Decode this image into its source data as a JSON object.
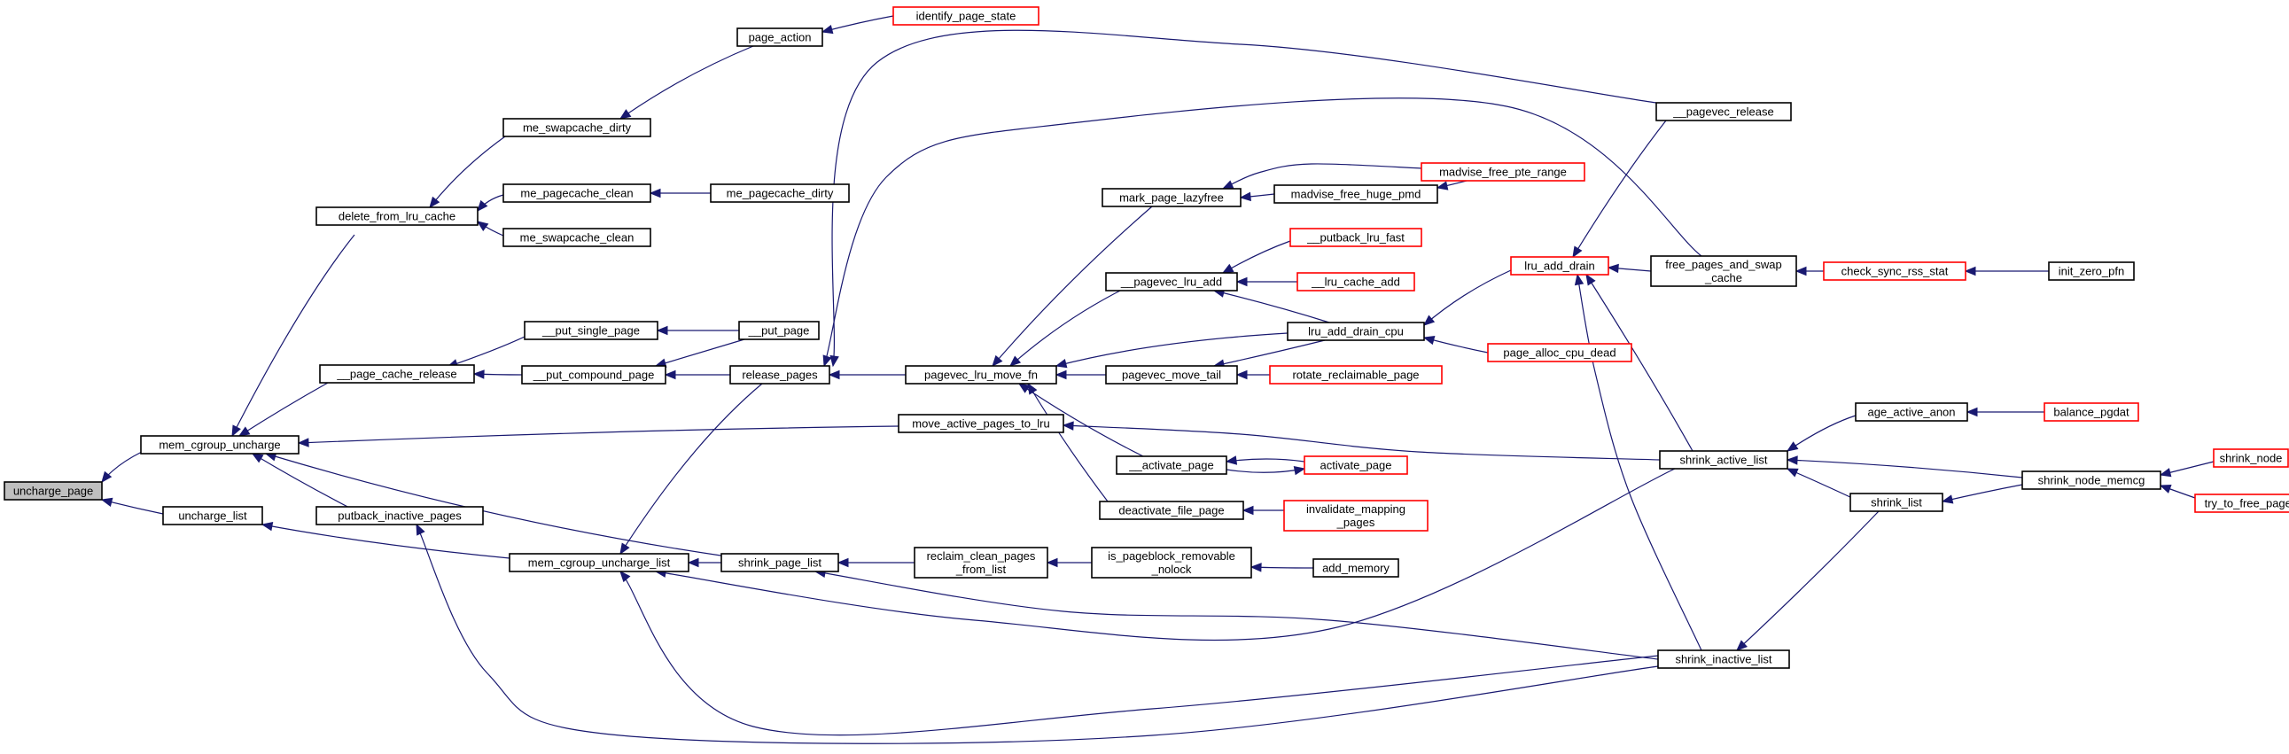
{
  "colors": {
    "edge": "#191970",
    "node_border": "#000000",
    "truncated_border": "#ff0000",
    "focus_fill": "#bfbfbf",
    "node_fill": "#ffffff"
  },
  "nodes": [
    {
      "id": "uncharge_page",
      "lines": [
        "uncharge_page"
      ],
      "style": "focus"
    },
    {
      "id": "mem_cgroup_uncharge",
      "lines": [
        "mem_cgroup_uncharge"
      ],
      "style": "normal"
    },
    {
      "id": "uncharge_list",
      "lines": [
        "uncharge_list"
      ],
      "style": "normal"
    },
    {
      "id": "delete_from_lru_cache",
      "lines": [
        "delete_from_lru_cache"
      ],
      "style": "normal"
    },
    {
      "id": "__page_cache_release",
      "lines": [
        "__page_cache_release"
      ],
      "style": "normal"
    },
    {
      "id": "putback_inactive_pages",
      "lines": [
        "putback_inactive_pages"
      ],
      "style": "normal"
    },
    {
      "id": "mem_cgroup_uncharge_list",
      "lines": [
        "mem_cgroup_uncharge_list"
      ],
      "style": "normal"
    },
    {
      "id": "me_swapcache_dirty",
      "lines": [
        "me_swapcache_dirty"
      ],
      "style": "normal"
    },
    {
      "id": "me_pagecache_clean",
      "lines": [
        "me_pagecache_clean"
      ],
      "style": "normal"
    },
    {
      "id": "me_swapcache_clean",
      "lines": [
        "me_swapcache_clean"
      ],
      "style": "normal"
    },
    {
      "id": "page_action",
      "lines": [
        "page_action"
      ],
      "style": "normal"
    },
    {
      "id": "identify_page_state",
      "lines": [
        "identify_page_state"
      ],
      "style": "truncated"
    },
    {
      "id": "me_pagecache_dirty",
      "lines": [
        "me_pagecache_dirty"
      ],
      "style": "normal"
    },
    {
      "id": "__put_single_page",
      "lines": [
        "__put_single_page"
      ],
      "style": "normal"
    },
    {
      "id": "__put_compound_page",
      "lines": [
        "__put_compound_page"
      ],
      "style": "normal"
    },
    {
      "id": "__put_page",
      "lines": [
        "__put_page"
      ],
      "style": "normal"
    },
    {
      "id": "release_pages",
      "lines": [
        "release_pages"
      ],
      "style": "normal"
    },
    {
      "id": "shrink_page_list",
      "lines": [
        "shrink_page_list"
      ],
      "style": "normal"
    },
    {
      "id": "move_active_pages_to_lru",
      "lines": [
        "move_active_pages_to_lru"
      ],
      "style": "normal"
    },
    {
      "id": "pagevec_lru_move_fn",
      "lines": [
        "pagevec_lru_move_fn"
      ],
      "style": "normal"
    },
    {
      "id": "reclaim_clean_pages_from_list",
      "lines": [
        "reclaim_clean_pages",
        "_from_list"
      ],
      "style": "normal"
    },
    {
      "id": "mark_page_lazyfree",
      "lines": [
        "mark_page_lazyfree"
      ],
      "style": "normal"
    },
    {
      "id": "__pagevec_lru_add",
      "lines": [
        "__pagevec_lru_add"
      ],
      "style": "normal"
    },
    {
      "id": "pagevec_move_tail",
      "lines": [
        "pagevec_move_tail"
      ],
      "style": "normal"
    },
    {
      "id": "__activate_page",
      "lines": [
        "__activate_page"
      ],
      "style": "normal"
    },
    {
      "id": "deactivate_file_page",
      "lines": [
        "deactivate_file_page"
      ],
      "style": "normal"
    },
    {
      "id": "is_pageblock_removable_nolock",
      "lines": [
        "is_pageblock_removable",
        "_nolock"
      ],
      "style": "normal"
    },
    {
      "id": "madvise_free_huge_pmd",
      "lines": [
        "madvise_free_huge_pmd"
      ],
      "style": "normal"
    },
    {
      "id": "madvise_free_pte_range",
      "lines": [
        "madvise_free_pte_range"
      ],
      "style": "truncated"
    },
    {
      "id": "__putback_lru_fast",
      "lines": [
        "__putback_lru_fast"
      ],
      "style": "truncated"
    },
    {
      "id": "__lru_cache_add",
      "lines": [
        "__lru_cache_add"
      ],
      "style": "truncated"
    },
    {
      "id": "lru_add_drain_cpu",
      "lines": [
        "lru_add_drain_cpu"
      ],
      "style": "normal"
    },
    {
      "id": "rotate_reclaimable_page",
      "lines": [
        "rotate_reclaimable_page"
      ],
      "style": "truncated"
    },
    {
      "id": "activate_page",
      "lines": [
        "activate_page"
      ],
      "style": "truncated"
    },
    {
      "id": "invalidate_mapping_pages",
      "lines": [
        "invalidate_mapping",
        "_pages"
      ],
      "style": "truncated"
    },
    {
      "id": "add_memory",
      "lines": [
        "add_memory"
      ],
      "style": "normal"
    },
    {
      "id": "__pagevec_release",
      "lines": [
        "__pagevec_release"
      ],
      "style": "normal"
    },
    {
      "id": "lru_add_drain",
      "lines": [
        "lru_add_drain"
      ],
      "style": "truncated"
    },
    {
      "id": "page_alloc_cpu_dead",
      "lines": [
        "page_alloc_cpu_dead"
      ],
      "style": "truncated"
    },
    {
      "id": "free_pages_and_swap_cache",
      "lines": [
        "free_pages_and_swap",
        "_cache"
      ],
      "style": "normal"
    },
    {
      "id": "check_sync_rss_stat",
      "lines": [
        "check_sync_rss_stat"
      ],
      "style": "truncated"
    },
    {
      "id": "init_zero_pfn",
      "lines": [
        "init_zero_pfn"
      ],
      "style": "normal"
    },
    {
      "id": "shrink_active_list",
      "lines": [
        "shrink_active_list"
      ],
      "style": "normal"
    },
    {
      "id": "shrink_inactive_list",
      "lines": [
        "shrink_inactive_list"
      ],
      "style": "normal"
    },
    {
      "id": "age_active_anon",
      "lines": [
        "age_active_anon"
      ],
      "style": "normal"
    },
    {
      "id": "balance_pgdat",
      "lines": [
        "balance_pgdat"
      ],
      "style": "truncated"
    },
    {
      "id": "shrink_list",
      "lines": [
        "shrink_list"
      ],
      "style": "normal"
    },
    {
      "id": "shrink_node_memcg",
      "lines": [
        "shrink_node_memcg"
      ],
      "style": "normal"
    },
    {
      "id": "shrink_node",
      "lines": [
        "shrink_node"
      ],
      "style": "truncated"
    },
    {
      "id": "try_to_free_pages",
      "lines": [
        "try_to_free_pages"
      ],
      "style": "truncated"
    }
  ],
  "edges": [
    [
      "uncharge_page",
      "mem_cgroup_uncharge"
    ],
    [
      "uncharge_page",
      "uncharge_list"
    ],
    [
      "mem_cgroup_uncharge",
      "delete_from_lru_cache"
    ],
    [
      "mem_cgroup_uncharge",
      "__page_cache_release"
    ],
    [
      "mem_cgroup_uncharge",
      "putback_inactive_pages"
    ],
    [
      "mem_cgroup_uncharge",
      "move_active_pages_to_lru"
    ],
    [
      "mem_cgroup_uncharge",
      "shrink_page_list"
    ],
    [
      "uncharge_list",
      "mem_cgroup_uncharge_list"
    ],
    [
      "delete_from_lru_cache",
      "me_swapcache_dirty"
    ],
    [
      "delete_from_lru_cache",
      "me_pagecache_clean"
    ],
    [
      "delete_from_lru_cache",
      "me_swapcache_clean"
    ],
    [
      "me_swapcache_dirty",
      "page_action"
    ],
    [
      "page_action",
      "identify_page_state"
    ],
    [
      "me_pagecache_clean",
      "me_pagecache_dirty"
    ],
    [
      "__page_cache_release",
      "__put_single_page"
    ],
    [
      "__page_cache_release",
      "__put_compound_page"
    ],
    [
      "__put_single_page",
      "__put_page"
    ],
    [
      "__put_compound_page",
      "__put_page"
    ],
    [
      "__put_compound_page",
      "release_pages"
    ],
    [
      "putback_inactive_pages",
      "shrink_inactive_list"
    ],
    [
      "mem_cgroup_uncharge_list",
      "release_pages"
    ],
    [
      "mem_cgroup_uncharge_list",
      "shrink_page_list"
    ],
    [
      "mem_cgroup_uncharge_list",
      "shrink_active_list"
    ],
    [
      "mem_cgroup_uncharge_list",
      "shrink_inactive_list"
    ],
    [
      "release_pages",
      "__pagevec_release"
    ],
    [
      "release_pages",
      "free_pages_and_swap_cache"
    ],
    [
      "release_pages",
      "pagevec_lru_move_fn"
    ],
    [
      "shrink_page_list",
      "reclaim_clean_pages_from_list"
    ],
    [
      "shrink_page_list",
      "shrink_inactive_list"
    ],
    [
      "move_active_pages_to_lru",
      "shrink_active_list"
    ],
    [
      "pagevec_lru_move_fn",
      "mark_page_lazyfree"
    ],
    [
      "pagevec_lru_move_fn",
      "__pagevec_lru_add"
    ],
    [
      "pagevec_lru_move_fn",
      "lru_add_drain_cpu"
    ],
    [
      "pagevec_lru_move_fn",
      "pagevec_move_tail"
    ],
    [
      "pagevec_lru_move_fn",
      "__activate_page"
    ],
    [
      "pagevec_lru_move_fn",
      "deactivate_file_page"
    ],
    [
      "reclaim_clean_pages_from_list",
      "is_pageblock_removable_nolock"
    ],
    [
      "is_pageblock_removable_nolock",
      "add_memory"
    ],
    [
      "mark_page_lazyfree",
      "madvise_free_huge_pmd"
    ],
    [
      "mark_page_lazyfree",
      "madvise_free_pte_range"
    ],
    [
      "madvise_free_huge_pmd",
      "madvise_free_pte_range"
    ],
    [
      "__pagevec_lru_add",
      "__putback_lru_fast"
    ],
    [
      "__pagevec_lru_add",
      "__lru_cache_add"
    ],
    [
      "__pagevec_lru_add",
      "lru_add_drain_cpu"
    ],
    [
      "pagevec_move_tail",
      "lru_add_drain_cpu"
    ],
    [
      "pagevec_move_tail",
      "rotate_reclaimable_page"
    ],
    [
      "__activate_page",
      "activate_page"
    ],
    [
      "activate_page",
      "__activate_page"
    ],
    [
      "deactivate_file_page",
      "invalidate_mapping_pages"
    ],
    [
      "lru_add_drain_cpu",
      "lru_add_drain"
    ],
    [
      "lru_add_drain_cpu",
      "page_alloc_cpu_dead"
    ],
    [
      "lru_add_drain",
      "__pagevec_release"
    ],
    [
      "lru_add_drain",
      "free_pages_and_swap_cache"
    ],
    [
      "lru_add_drain",
      "shrink_active_list"
    ],
    [
      "lru_add_drain",
      "shrink_inactive_list"
    ],
    [
      "free_pages_and_swap_cache",
      "check_sync_rss_stat"
    ],
    [
      "check_sync_rss_stat",
      "init_zero_pfn"
    ],
    [
      "shrink_active_list",
      "age_active_anon"
    ],
    [
      "shrink_active_list",
      "shrink_list"
    ],
    [
      "shrink_active_list",
      "shrink_node_memcg"
    ],
    [
      "shrink_inactive_list",
      "shrink_list"
    ],
    [
      "age_active_anon",
      "balance_pgdat"
    ],
    [
      "shrink_list",
      "shrink_node_memcg"
    ],
    [
      "shrink_node_memcg",
      "shrink_node"
    ],
    [
      "shrink_node_memcg",
      "try_to_free_pages"
    ]
  ]
}
